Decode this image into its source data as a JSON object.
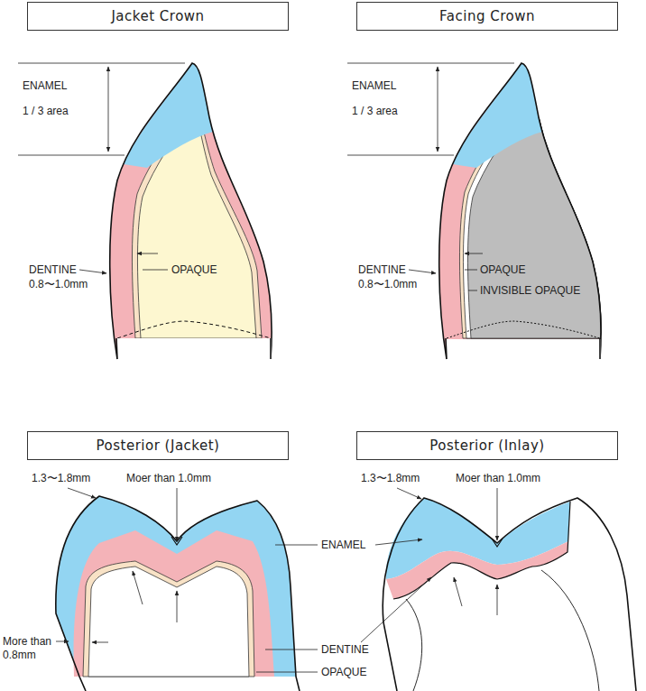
{
  "diagram": {
    "nodes": [
      {
        "text": [
          "Jacket Crown"
        ]
      },
      {
        "text": [
          "Facing Crown"
        ]
      },
      {
        "text": [
          "Posterior (Jacket)"
        ]
      },
      {
        "text": [
          "Posterior (Inlay)"
        ]
      }
    ],
    "edges": [],
    "labels": [
      "ENAMEL",
      "1 / 3 area",
      "DENTINE",
      "0.8〜1.0mm",
      "OPAQUE",
      "ENAMEL",
      "1 / 3 area",
      "DENTINE",
      "0.8〜1.0mm",
      "OPAQUE",
      "INVISIBLE OPAQUE",
      "1.3〜1.8mm",
      "Moer than 1.0mm",
      "More than 0.8mm",
      "1.3〜1.8mm",
      "Moer than 1.0mm",
      "ENAMEL",
      "DENTINE",
      "OPAQUE"
    ]
  }
}
